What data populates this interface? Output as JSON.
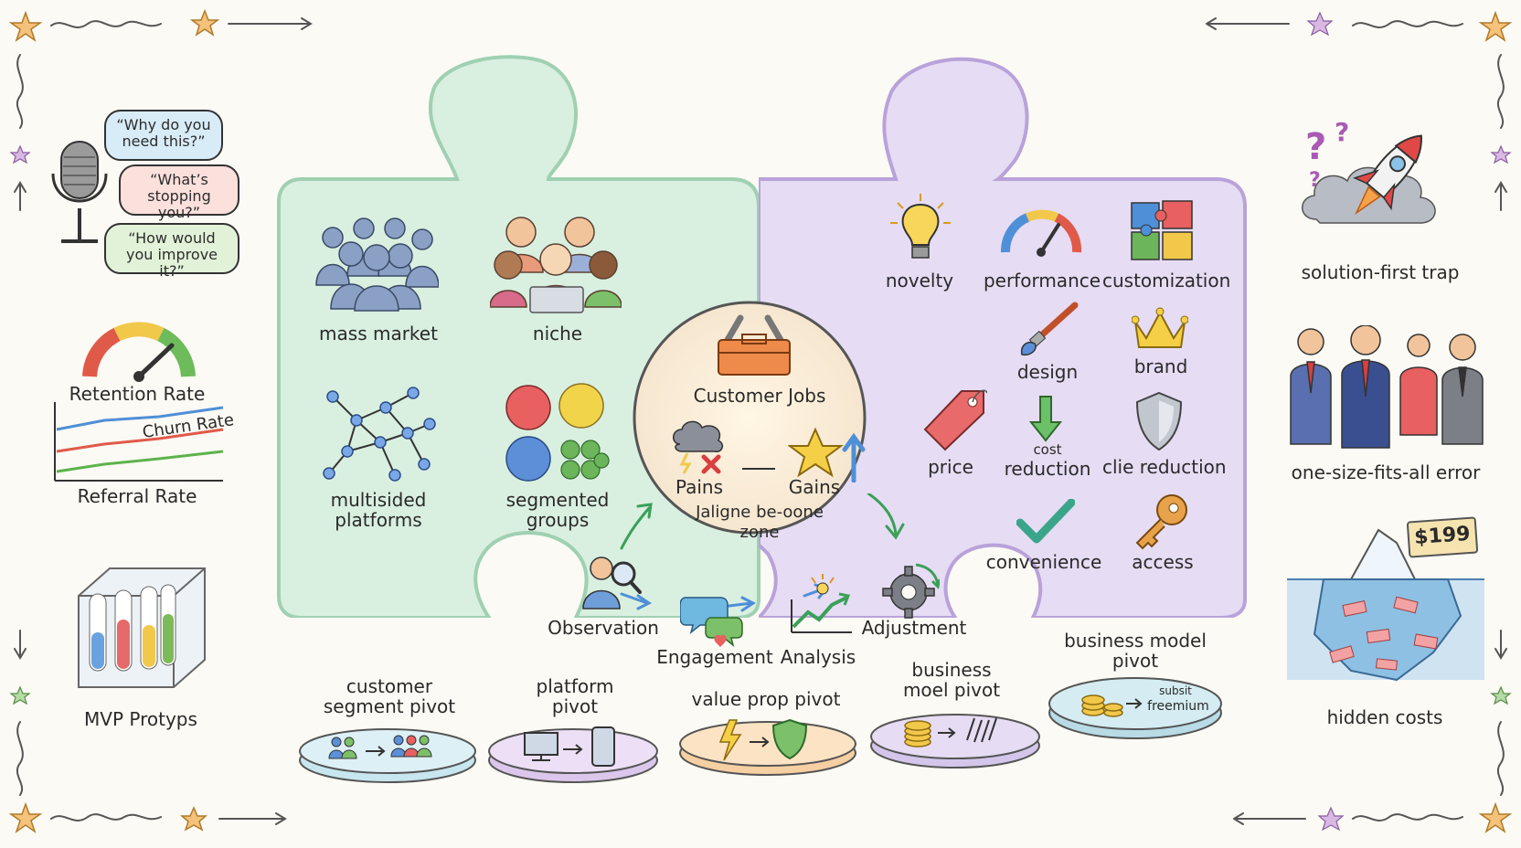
{
  "interview_prompts": [
    "“Why do you need this?”",
    "“What’s stopping you?”",
    "“How would you improve it?”"
  ],
  "metrics": {
    "retention": "Retention Rate",
    "churn": "Churn Rate",
    "referral": "Referral Rate"
  },
  "mvp_label": "MVP Protyps",
  "segments": {
    "mass_market": "mass market",
    "niche": "niche",
    "multisided": "multisided platforms",
    "segmented": "segmented groups"
  },
  "value_props": {
    "novelty": "novelty",
    "performance": "performance",
    "customization": "customization",
    "design": "design",
    "brand": "brand",
    "price": "price",
    "cost_reduction_top": "cost",
    "cost_reduction": "reduction",
    "risk_reduction": "clie reduction",
    "convenience": "convenience",
    "access": "access"
  },
  "center": {
    "jobs": "Customer Jobs",
    "pains": "Pains",
    "gains": "Gains",
    "zone": "Jaligne be-oone zone"
  },
  "cycle": {
    "observation": "Observation",
    "engagement": "Engagement",
    "analysis": "Analysis",
    "adjustment": "Adjustment"
  },
  "pivots": {
    "customer_segment": "customer segment pivot",
    "platform": "platform pivot",
    "value_prop": "value prop pivot",
    "business_model_1": "business moel pivot",
    "business_model_2": "business model pivot",
    "freemium_top": "subsit",
    "freemium": "freemium"
  },
  "pitfalls": {
    "solution_first": "solution-first trap",
    "one_size": "one-size-fits-all error",
    "hidden_costs": "hidden costs",
    "price_tag": "$199"
  },
  "colors": {
    "green_piece": "#d9efe0",
    "purple_piece": "#e6dcf3",
    "green_outline": "#9fd0b2",
    "purple_outline": "#b9a2da",
    "blue_bubble": "#d8ecf8",
    "pink_bubble": "#fbe0dc",
    "green_bubble": "#e2f2d9"
  }
}
